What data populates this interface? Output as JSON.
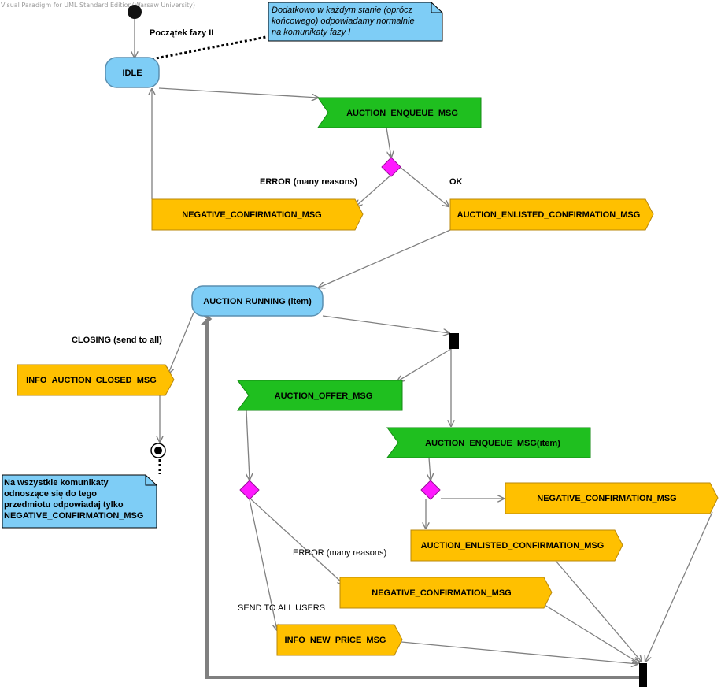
{
  "watermark": "Visual Paradigm for UML Standard Edition(Warsaw University)",
  "colors": {
    "state_fill": "#7ecdf6",
    "state_stroke": "#5a8fb0",
    "receive_fill": "#1fbf1f",
    "receive_stroke": "#148a14",
    "send_fill": "#ffc000",
    "send_stroke": "#b8870a",
    "decision_fill": "#ff19ff",
    "note_fill": "#7ecdf6",
    "edge": "#808080"
  },
  "notes": {
    "top": {
      "lines": [
        "Dodatkowo w każdym stanie (oprócz",
        "końcowego) odpowiadamy normalnie",
        "na komunikaty fazy I"
      ]
    },
    "bottom": {
      "lines": [
        "Na wszystkie komunikaty",
        "odnoszące się do tego",
        "przedmiotu odpowiadaj tylko",
        "NEGATIVE_CONFIRMATION_MSG"
      ]
    }
  },
  "states": {
    "idle": "IDLE",
    "auction_running": "AUCTION RUNNING (item)"
  },
  "receive_signals": {
    "enqueue": "AUCTION_ENQUEUE_MSG",
    "offer": "AUCTION_OFFER_MSG",
    "enqueue_item": "AUCTION_ENQUEUE_MSG(item)"
  },
  "send_signals": {
    "negative_1": "NEGATIVE_CONFIRMATION_MSG",
    "enlisted_1": "AUCTION_ENLISTED_CONFIRMATION_MSG",
    "info_closed": "INFO_AUCTION_CLOSED_MSG",
    "negative_2": "NEGATIVE_CONFIRMATION_MSG",
    "enlisted_2": "AUCTION_ENLISTED_CONFIRMATION_MSG",
    "negative_3": "NEGATIVE_CONFIRMATION_MSG",
    "info_new_price": "INFO_NEW_PRICE_MSG"
  },
  "edge_labels": {
    "start": "Początek fazy II",
    "error_1": "ERROR (many reasons)",
    "ok": "OK",
    "closing": "CLOSING (send to all)",
    "error_2": "ERROR (many reasons)",
    "send_all": "SEND TO ALL USERS"
  }
}
